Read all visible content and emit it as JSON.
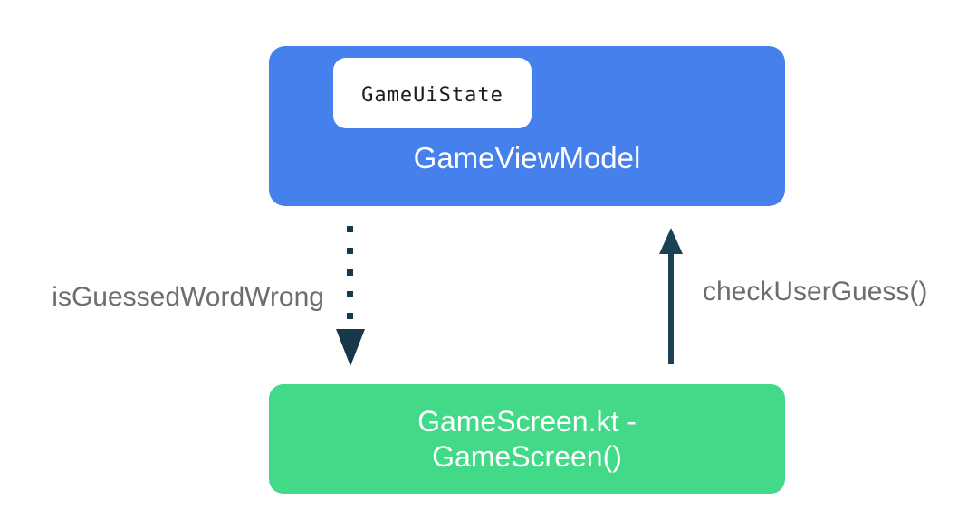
{
  "diagram": {
    "background_color": "#ffffff",
    "viewmodel": {
      "label": "GameViewModel",
      "box_color": "#4680ec",
      "text_color": "#ffffff",
      "chip": {
        "label": "GameUiState",
        "bg_color": "#ffffff",
        "text_color": "#1c1c1c"
      }
    },
    "screen": {
      "label_line1": "GameScreen.kt -",
      "label_line2": "GameScreen()",
      "box_color": "#42d988",
      "text_color": "#ffffff"
    },
    "arrows": {
      "down": {
        "label": "isGuessedWordWrong",
        "style": "dotted",
        "direction": "down",
        "color": "#16384a"
      },
      "up": {
        "label": "checkUserGuess()",
        "style": "solid",
        "direction": "up",
        "color": "#1b4254"
      }
    },
    "arrow_label_color": "#6d6d6d"
  }
}
